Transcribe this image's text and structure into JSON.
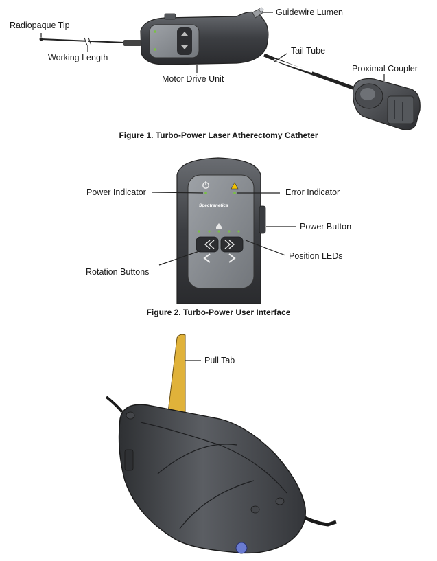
{
  "figure1": {
    "caption": "Figure 1. Turbo-Power Laser Atherectomy Catheter",
    "labels": {
      "radiopaque_tip": "Radiopaque Tip",
      "working_length": "Working Length",
      "motor_drive_unit": "Motor Drive Unit",
      "guidewire_lumen": "Guidewire Lumen",
      "tail_tube": "Tail Tube",
      "proximal_coupler": "Proximal Coupler"
    }
  },
  "figure2": {
    "caption": "Figure 2. Turbo-Power User Interface",
    "brand": "Spectranetics",
    "labels": {
      "power_indicator": "Power Indicator",
      "error_indicator": "Error Indicator",
      "power_button": "Power Button",
      "position_leds": "Position LEDs",
      "rotation_buttons": "Rotation Buttons"
    }
  },
  "figure3": {
    "labels": {
      "pull_tab": "Pull Tab"
    }
  },
  "colors": {
    "device_dark": "#3c3e42",
    "device_mid": "#5a5d62",
    "panel": "#8e9297",
    "led_green": "#7ac143",
    "warning_yellow": "#f2c200",
    "pull_tab": "#e0b23a"
  }
}
